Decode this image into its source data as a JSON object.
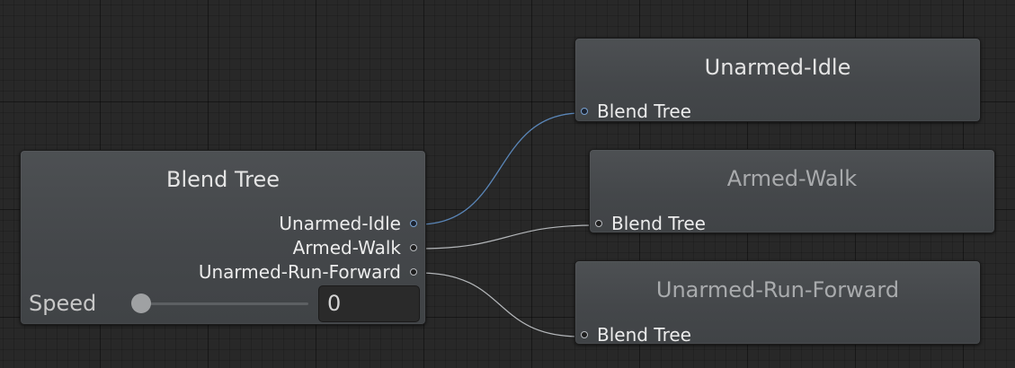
{
  "graph": {
    "source_node": {
      "title": "Blend Tree",
      "outputs": [
        {
          "label": "Unarmed-Idle",
          "active": true
        },
        {
          "label": "Armed-Walk",
          "active": false
        },
        {
          "label": "Unarmed-Run-Forward",
          "active": false
        }
      ],
      "parameter": {
        "label": "Speed",
        "value": "0",
        "slider_fraction": 0
      }
    },
    "target_nodes": [
      {
        "title": "Unarmed-Idle",
        "input_label": "Blend Tree",
        "dimmed": false
      },
      {
        "title": "Armed-Walk",
        "input_label": "Blend Tree",
        "dimmed": true
      },
      {
        "title": "Unarmed-Run-Forward",
        "input_label": "Blend Tree",
        "dimmed": true
      }
    ]
  },
  "colors": {
    "canvas_background": "#282828",
    "node_body": "#46494c",
    "active_connection": "#5a86b8",
    "inactive_connection": "#b4b7ba",
    "dimmed_title": "#a9abad"
  }
}
